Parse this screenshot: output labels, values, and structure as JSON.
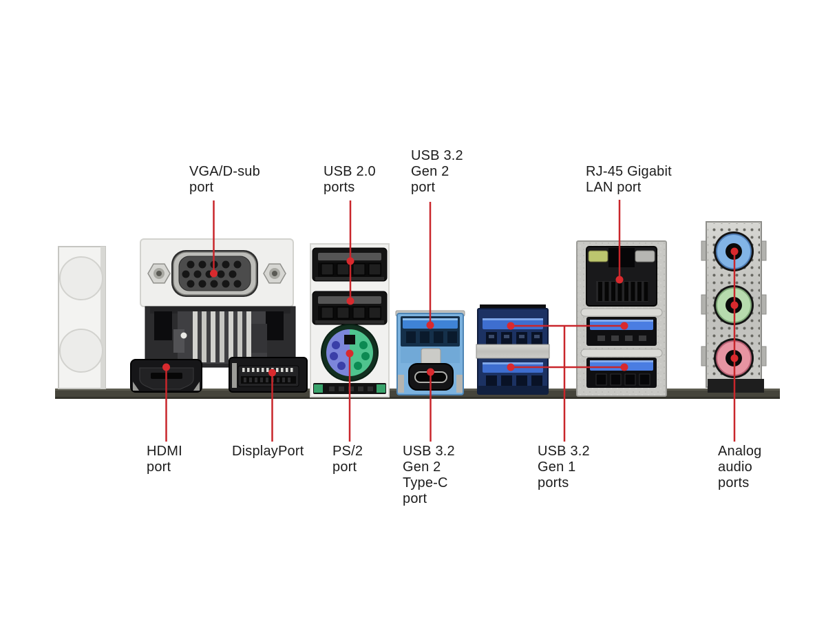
{
  "figure": {
    "kind": "motherboard-rear-io-panel-diagram",
    "background": "#ffffff"
  },
  "labels": {
    "vga": "VGA/D-sub\nport",
    "usb20": "USB 2.0\nports",
    "usb32_gen2": "USB 3.2\nGen 2\nport",
    "rj45": "RJ-45 Gigabit\nLAN port",
    "hdmi": "HDMI\nport",
    "displayport": "DisplayPort",
    "ps2": "PS/2\nport",
    "usb32_gen2_typec": "USB 3.2\nGen 2\nType-C\nport",
    "usb32_gen1": "USB 3.2\nGen 1\nports",
    "analog_audio": "Analog\naudio\nports"
  },
  "colors": {
    "callout_line_red": "#c9262b",
    "callout_dot_red": "#d92a2e",
    "label_text": "#1c1c1c",
    "usb3_tongue_blue": "#4a7de2",
    "usb32_gen2_body_blue": "#7cb2de",
    "ps2_purple_half": "#7c86da",
    "ps2_green_half": "#4fc48e",
    "audio_line_in_blue": "#82b4e6",
    "audio_line_out_green": "#b7dbae",
    "audio_mic_pink": "#e794a2",
    "lan_led_green": "#bcc66e",
    "board_edge_olive": "#45443b",
    "panel_metal_silver": "#c8c8c4"
  }
}
